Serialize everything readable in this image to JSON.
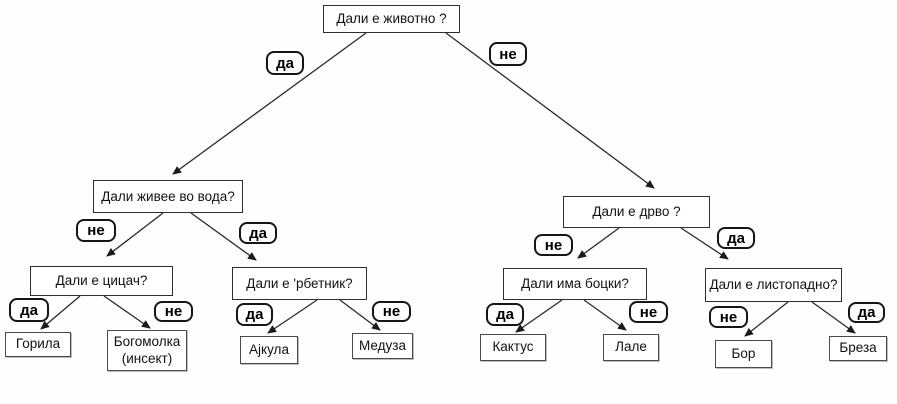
{
  "diagram_type": "decision-tree",
  "language": "Macedonian",
  "tree": {
    "question": "Дали е животно ?",
    "yes_label": "да",
    "no_label": "не",
    "yes": {
      "question": "Дали живее во вода?",
      "yes_label": "да",
      "no_label": "не",
      "no": {
        "question": "Дали е цицач?",
        "yes_label": "да",
        "no_label": "не",
        "yes": {
          "answer": "Горила"
        },
        "no": {
          "answer": "Богомолка (инсект)"
        }
      },
      "yes": {
        "question": "Дали е 'рбетник?",
        "yes_label": "да",
        "no_label": "не",
        "yes": {
          "answer": "Ајкула"
        },
        "no": {
          "answer": "Медуза"
        }
      }
    },
    "no": {
      "question": "Дали е дрво ?",
      "yes_label": "да",
      "no_label": "не",
      "no": {
        "question": "Дали има боцки?",
        "yes_label": "да",
        "no_label": "не",
        "yes": {
          "answer": "Кактус"
        },
        "no": {
          "answer": "Лале"
        }
      },
      "yes": {
        "question": "Дали е листопадно?",
        "yes_label": "да",
        "no_label": "не",
        "no": {
          "answer": "Бор"
        },
        "yes": {
          "answer": "Бреза"
        }
      }
    }
  },
  "colors": {
    "line": "#2a2a2a",
    "box_border": "#2e2e2e",
    "background": "#fefefe",
    "text": "#111111"
  }
}
